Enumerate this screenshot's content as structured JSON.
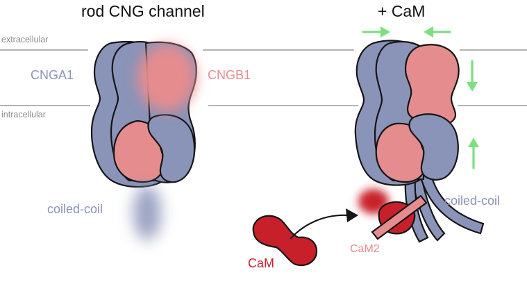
{
  "titles": {
    "left": "rod CNG channel",
    "right": "+ CaM"
  },
  "membrane": {
    "extracellular": "extracellular",
    "intracellular": "intracellular"
  },
  "labels": {
    "cnga1": "CNGA1",
    "cngb1": "CNGB1",
    "coiled_coil_left": "coiled-coil",
    "coiled_coil_right": "coiled-coil",
    "cam": "CaM",
    "cam2": "CaM2"
  },
  "colors": {
    "cnga1": "#8a93b8",
    "cngb1": "#e58c8e",
    "cam": "#c8202a",
    "arrows": "#7be07f",
    "membrane": "#8d8d8d",
    "outline": "#151515"
  }
}
